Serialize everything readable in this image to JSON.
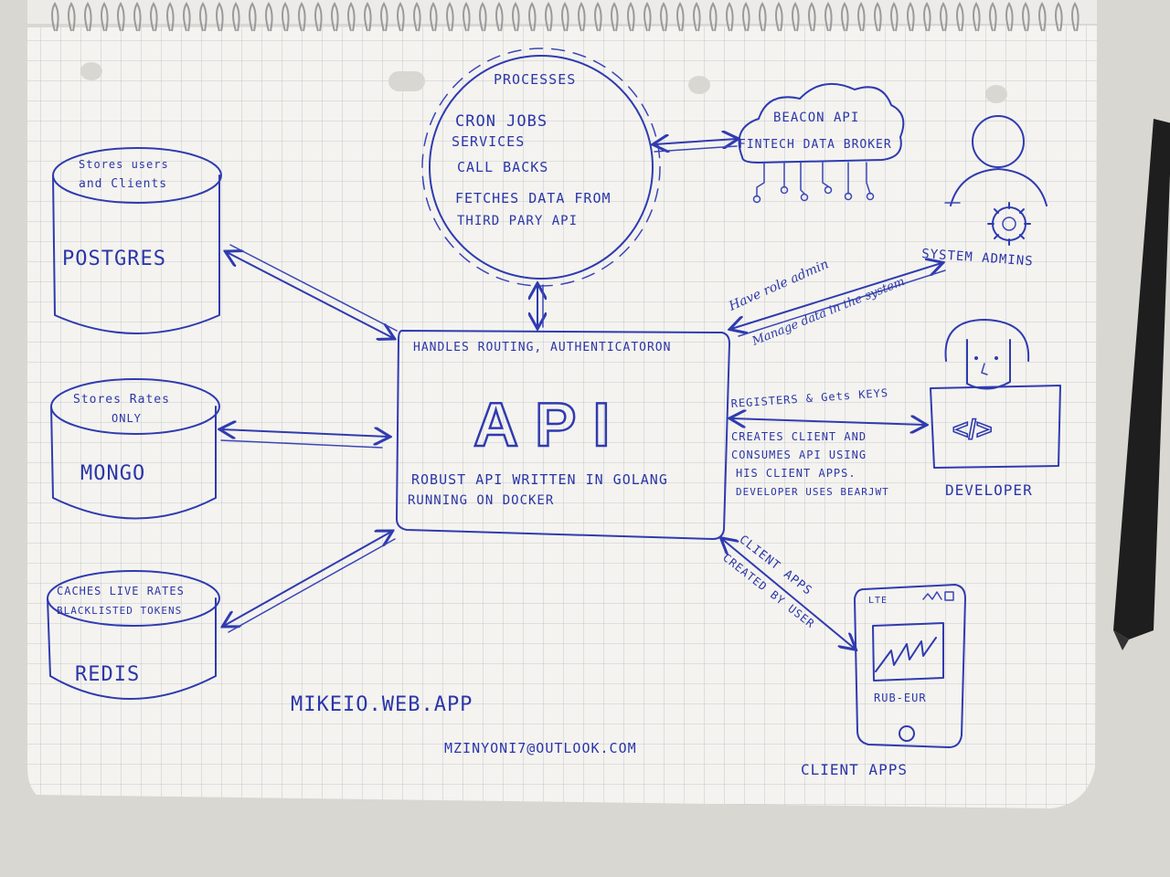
{
  "processes": {
    "title": "PROCESSES",
    "items": [
      "CRON JOBS",
      "SERVICES",
      "CALL BACKS",
      "FETCHES DATA FROM",
      "THIRD PARY API"
    ]
  },
  "beacon": {
    "title": "BEACON API",
    "subtitle": "FINTECH DATA BROKER"
  },
  "postgres": {
    "note_line1": "Stores users",
    "note_line2": "and Clients",
    "label": "POSTGRES"
  },
  "mongo": {
    "note_line1": "Stores Rates",
    "note_line2": "ONLY",
    "label": "MONGO"
  },
  "redis": {
    "note_line1": "CACHES LIVE RATES",
    "note_line2": "BLACKLISTED TOKENS",
    "label": "REDIS"
  },
  "api": {
    "top_note": "HANDLES ROUTING, AUTHENTICATORON",
    "label": "API",
    "bottom_line1": "ROBUST API WRITTEN IN GOLANG",
    "bottom_line2": "RUNNING ON DOCKER"
  },
  "admins": {
    "label": "SYSTEM ADMINS",
    "edge_line1": "Have role admin",
    "edge_line2": "Manage data in the system"
  },
  "developer": {
    "label": "DEVELOPER",
    "screen": "</>",
    "edge_top": "REGISTERS & Gets KEYS",
    "edge_line1": "CREATES CLIENT AND",
    "edge_line2": "CONSUMES API USING",
    "edge_line3": "HIS CLIENT APPS.",
    "edge_line4": "DEVELOPER USES BEARJWT"
  },
  "client": {
    "edge_line1": "CLIENT APPS",
    "edge_line2": "CREATED BY USER",
    "phone_carrier": "LTE",
    "phone_pair": "RUB-EUR",
    "label": "CLIENT APPS"
  },
  "footer": {
    "site": "MIKEIO.WEB.APP",
    "email": "MZINYONI7@OUTLOOK.COM"
  },
  "colors": {
    "ink": "#2f3bb0",
    "paper": "#f4f3ef",
    "grid": "#b9bcc4",
    "pen": "#1e1e1e"
  }
}
